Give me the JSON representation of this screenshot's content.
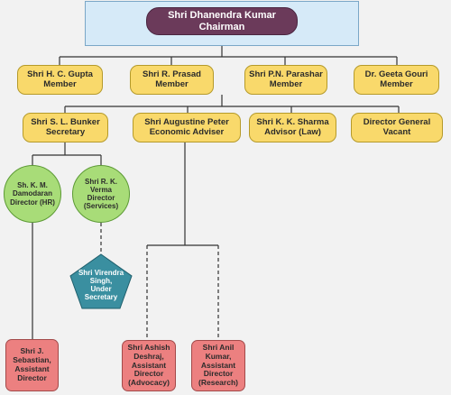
{
  "chairman": {
    "name": "Shri Dhanendra Kumar",
    "title": "Chairman"
  },
  "members": [
    {
      "name": "Shri H. C. Gupta",
      "title": "Member"
    },
    {
      "name": "Shri R. Prasad",
      "title": "Member"
    },
    {
      "name": "Shri P.N. Parashar",
      "title": "Member"
    },
    {
      "name": "Dr. Geeta Gouri",
      "title": "Member"
    }
  ],
  "officers": [
    {
      "name": "Shri S. L. Bunker",
      "title": "Secretary"
    },
    {
      "name": "Shri Augustine Peter",
      "title": "Economic Adviser"
    },
    {
      "name": "Shri K. K. Sharma",
      "title": "Advisor (Law)"
    },
    {
      "name": "Director General",
      "title": "Vacant"
    }
  ],
  "directors": [
    {
      "lines": [
        "Sh. K. M.",
        "Damodaran",
        "Director (HR)"
      ]
    },
    {
      "lines": [
        "Shri R. K.",
        "Verma",
        "Director",
        "(Services)"
      ]
    }
  ],
  "under_secretary": {
    "lines": [
      "Shri Virendra",
      "Singh,",
      "Under",
      "Secretary"
    ]
  },
  "assistants": [
    {
      "lines": [
        "Shri J.",
        "Sebastian,",
        "Assistant",
        "Director"
      ]
    },
    {
      "lines": [
        "Shri Ashish",
        "Deshraj,",
        "Assistant",
        "Director",
        "(Advocacy)"
      ]
    },
    {
      "lines": [
        "Shri Anil",
        "Kumar,",
        "Assistant",
        "Director",
        "(Research)"
      ]
    }
  ],
  "colors": {
    "panel": "#d6eaf8",
    "chairman": "#6b3a5a",
    "member": "#f9d96b",
    "director": "#a8dc78",
    "under_secretary": "#3a8fa0",
    "assistant": "#ec8080"
  }
}
